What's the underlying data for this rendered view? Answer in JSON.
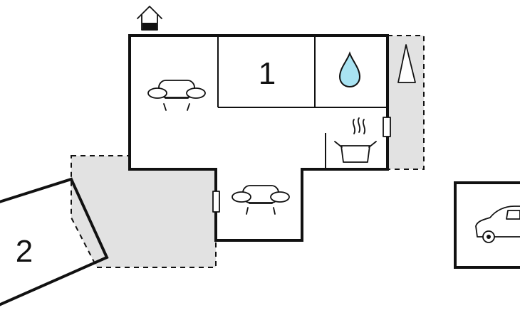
{
  "floorplan": {
    "rooms": [
      {
        "key": "bedroom-1",
        "label": "1"
      },
      {
        "key": "bedroom-2",
        "label": "2"
      }
    ],
    "colors": {
      "line": "#111111",
      "terrace": "#e2e2e2",
      "water": "#a9e3f2",
      "background": "#ffffff"
    },
    "icons": {
      "entrance": "house-entrance-icon",
      "bathroom": "water-drop-icon",
      "tree": "tree-icon",
      "kitchen": "cooking-pot-icon",
      "living": "sofa-icon",
      "parking": "car-icon"
    }
  }
}
